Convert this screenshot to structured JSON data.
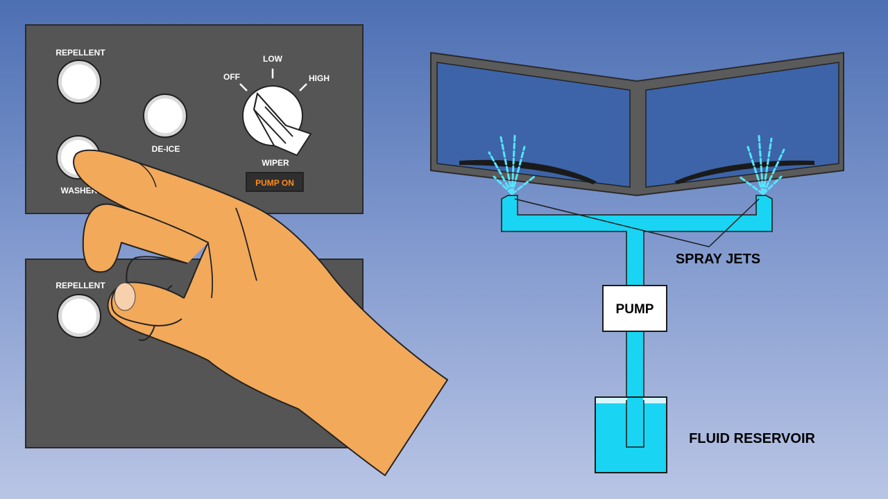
{
  "upper_panel": {
    "repellent_label": "REPELLENT",
    "deice_label": "DE-ICE",
    "washer_label": "WASHER",
    "wiper_label": "WIPER",
    "wiper_positions": {
      "off": "OFF",
      "low": "LOW",
      "high": "HIGH"
    },
    "pump_indicator": "PUMP ON"
  },
  "lower_panel": {
    "repellent_label": "REPELLENT"
  },
  "diagram": {
    "spray_jets_label": "SPRAY JETS",
    "pump_label": "PUMP",
    "reservoir_label": "FLUID RESERVOIR"
  },
  "colors": {
    "panel": "#555555",
    "fluid": "#19d4f2",
    "indicator_text": "#ff8c1a",
    "skin": "#f2a95a"
  }
}
